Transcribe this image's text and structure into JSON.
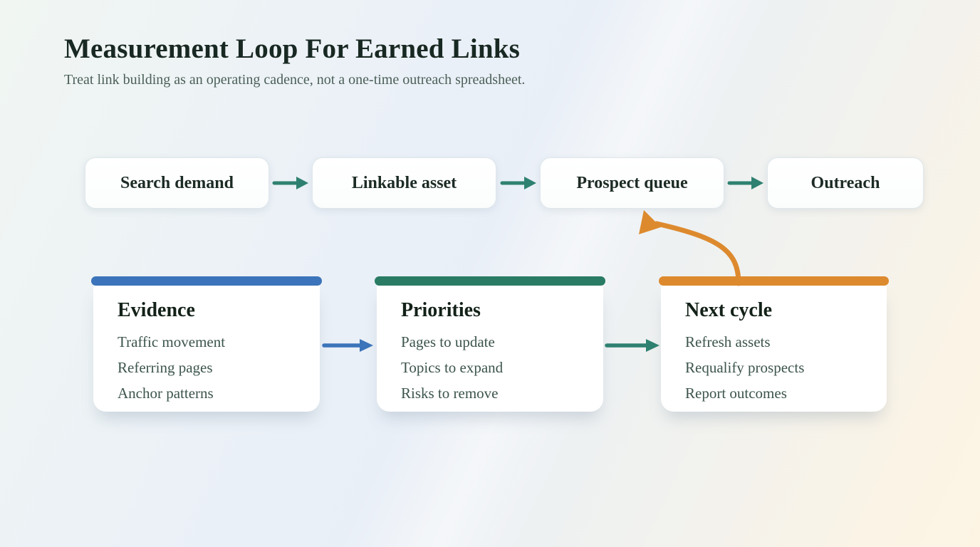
{
  "header": {
    "title": "Measurement Loop For Earned Links",
    "subtitle": "Treat link building as an operating cadence, not a one-time outreach spreadsheet."
  },
  "flow_steps": [
    {
      "label": "Search demand"
    },
    {
      "label": "Linkable asset"
    },
    {
      "label": "Prospect queue"
    },
    {
      "label": "Outreach"
    }
  ],
  "cards": [
    {
      "title": "Evidence",
      "accent": "#3b74ba",
      "items": [
        "Traffic movement",
        "Referring pages",
        "Anchor patterns"
      ]
    },
    {
      "title": "Priorities",
      "accent": "#2a7b64",
      "items": [
        "Pages to update",
        "Topics to expand",
        "Risks to remove"
      ]
    },
    {
      "title": "Next cycle",
      "accent": "#dd8a2e",
      "items": [
        "Refresh assets",
        "Requalify prospects",
        "Report outcomes"
      ]
    }
  ],
  "colors": {
    "flow_arrow": "#2e8170",
    "evidence_arrow": "#3b74ba",
    "priorities_arrow": "#2e8170",
    "loop_connector": "#dd8a2e"
  }
}
